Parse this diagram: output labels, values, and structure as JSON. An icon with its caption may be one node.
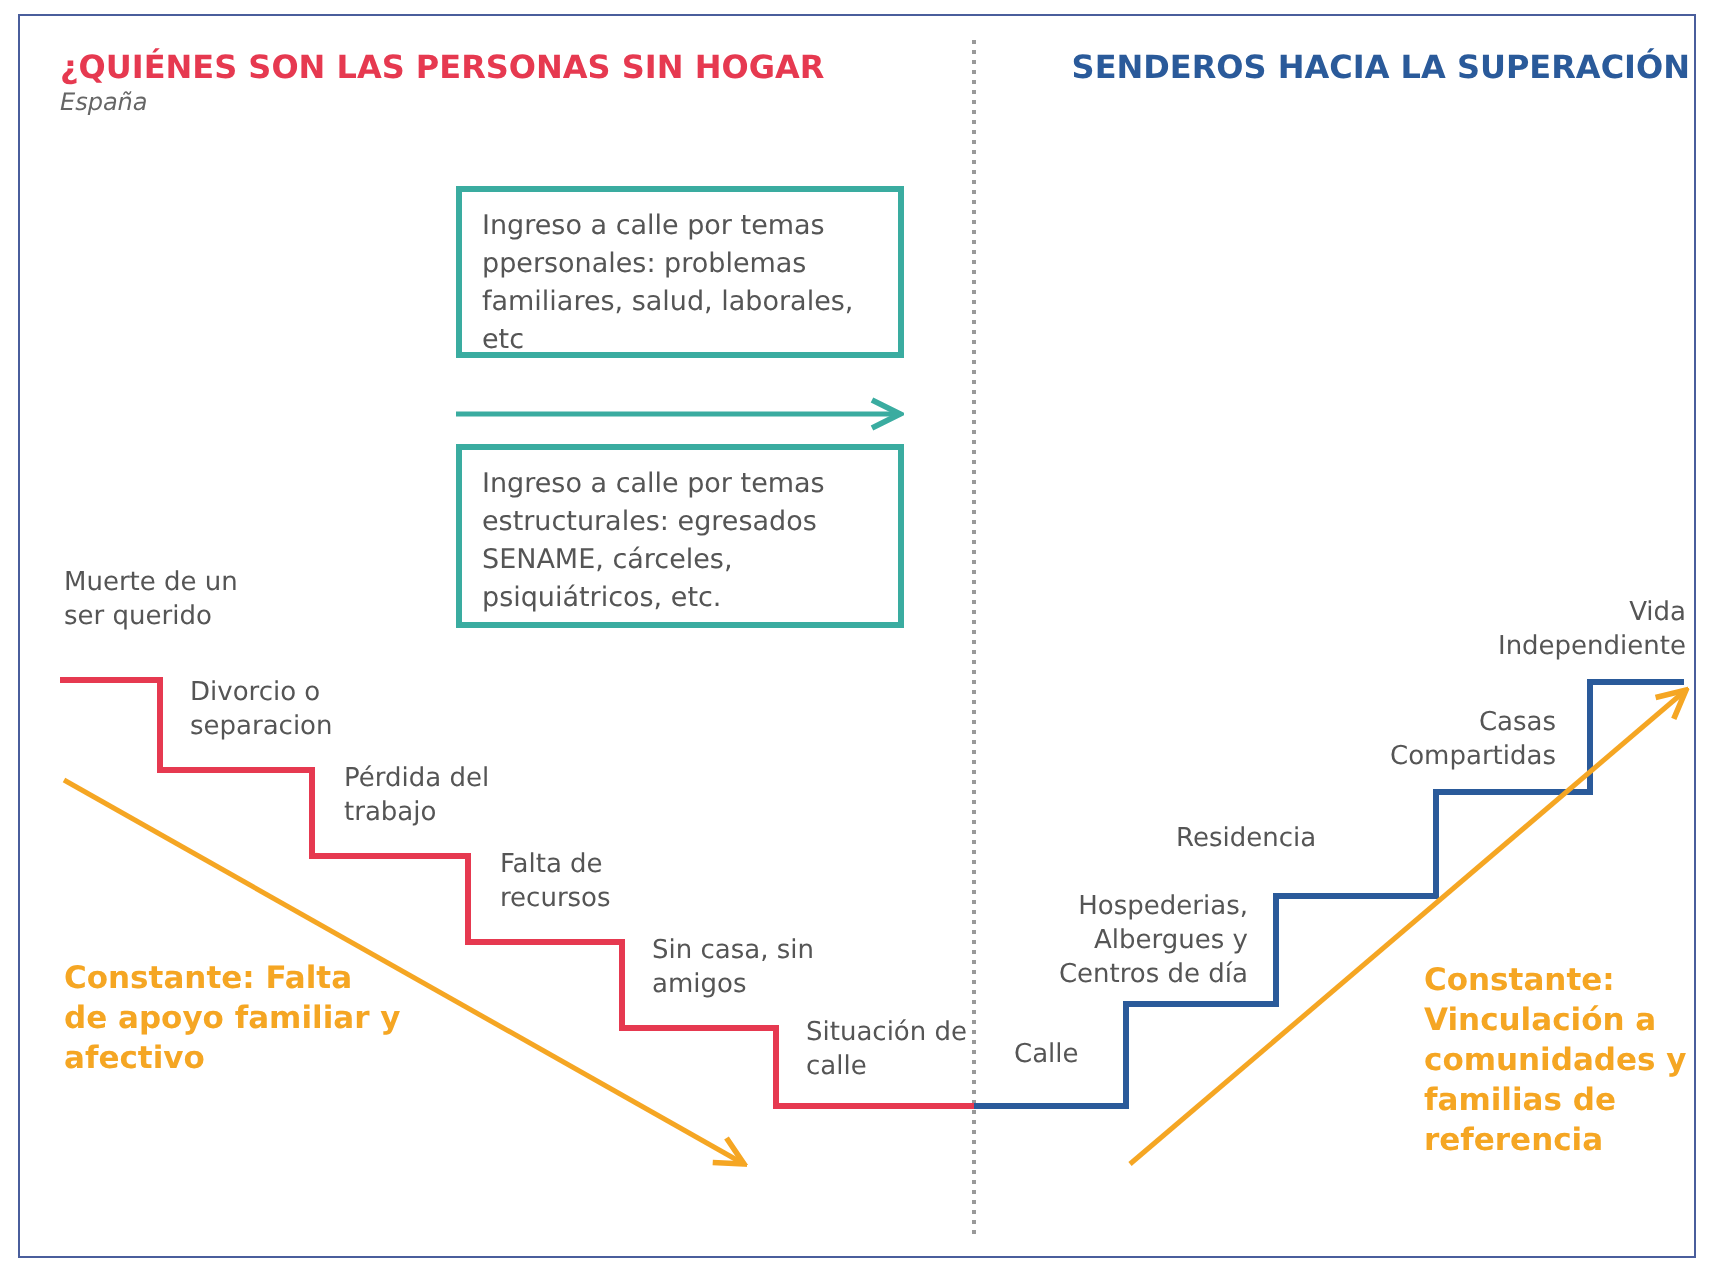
{
  "diagram": {
    "nodes": [
      {
        "text": [
          "Ingreso a calle por temas ppersonales: problemas familiares, salud, laborales, etc"
        ]
      },
      {
        "text": [
          "Ingreso a calle por temas estructurales: egresados SENAME, cárceles, psiquiátricos, etc."
        ]
      }
    ],
    "labels": [
      "¿QUIÉNES SON LAS PERSONAS SIN HOGAR",
      "España",
      "SENDEROS HACIA LA SUPERACIÓN",
      "Muerte de un ser querido",
      "Divorcio o separacion",
      "Pérdida del trabajo",
      "Falta de recursos",
      "Sin casa, sin amigos",
      "Situación de calle",
      "Constante: Falta de apoyo familiar y afectivo",
      "Vida Independiente",
      "Casas Compartidas",
      "Residencia",
      "Hospederias, Albergues y Centros de día",
      "Calle",
      "Constante: Vinculación a comunidades y familias de referencia"
    ]
  }
}
